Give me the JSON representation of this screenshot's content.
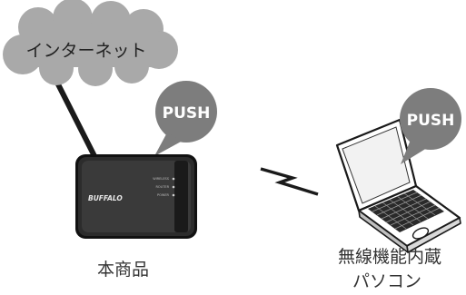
{
  "cloud": {
    "label": "インターネット"
  },
  "router": {
    "push_label": "PUSH",
    "brand": "BUFFALO",
    "led_labels": [
      "WIRELESS",
      "ROUTER",
      "POWER"
    ],
    "caption": "本商品"
  },
  "laptop": {
    "push_label": "PUSH",
    "caption_lines": [
      "無線機能内蔵",
      "パソコン"
    ]
  },
  "colors": {
    "cloud_fill": "#a9a9a9",
    "bubble_fill": "#7d7d7d",
    "router_body": "#222222",
    "line": "#1a1a1a"
  }
}
